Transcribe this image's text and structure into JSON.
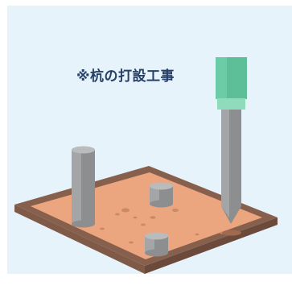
{
  "caption": "※杭の打設工事",
  "colors": {
    "background": "#e6f3fb",
    "soil_top": "#eba680",
    "soil_side": "#7f5a48",
    "pile": "#989a9b",
    "driver_head": "#5cbf98",
    "caption_text": "#27406a"
  },
  "icons": [
    "ground-block-illustration",
    "pile-driver-illustration",
    "pile-illustration"
  ]
}
